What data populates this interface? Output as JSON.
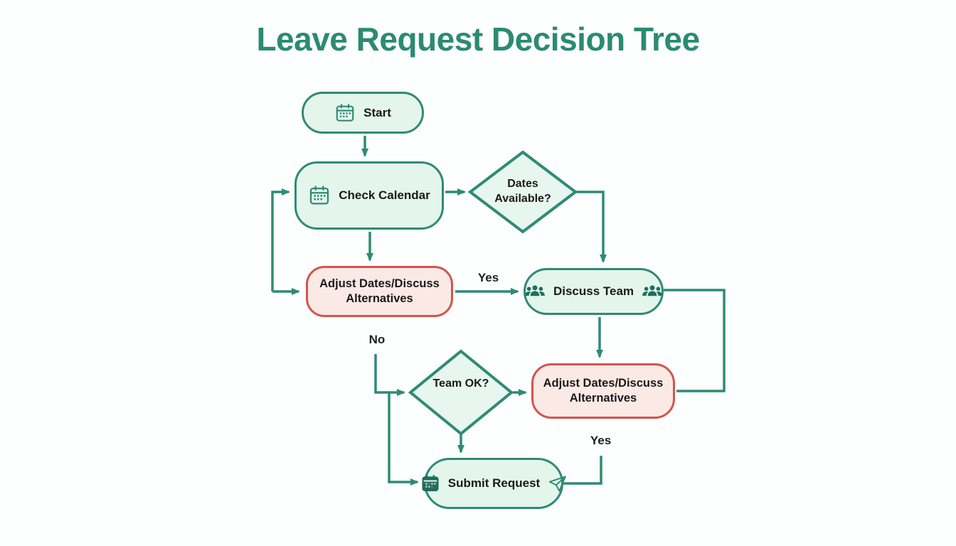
{
  "title": "Leave Request Decision Tree",
  "colors": {
    "accent_teal": "#2E8B74",
    "icon_teal_dark": "#1E6F5C",
    "node_fill_green": "#E4F5EC",
    "diamond_fill": "#E7F6EE",
    "node_fill_pink": "#FBE9E5",
    "node_border_pink": "#CF564E",
    "title_color": "#2B8B70",
    "text_color": "#1A1A1A"
  },
  "nodes": {
    "start": {
      "label": "Start",
      "icon": "calendar-icon"
    },
    "check_calendar": {
      "label": "Check Calendar",
      "icon": "calendar-icon"
    },
    "dates_available": {
      "label": "Dates Available?"
    },
    "adjust_1": {
      "label": "Adjust Dates/Discuss Alternatives"
    },
    "discuss_team": {
      "label": "Discuss Team",
      "icon_left": "team-icon",
      "icon_right": "team-icon"
    },
    "adjust_2": {
      "label": "Adjust Dates/Discuss Alternatives"
    },
    "team_ok": {
      "label": "Team OK?"
    },
    "submit_request": {
      "label": "Submit Request",
      "icon_left": "calendar-icon",
      "icon_right": "paper-plane-icon"
    }
  },
  "edge_labels": {
    "yes_top": "Yes",
    "no": "No",
    "yes_bottom": "Yes"
  }
}
